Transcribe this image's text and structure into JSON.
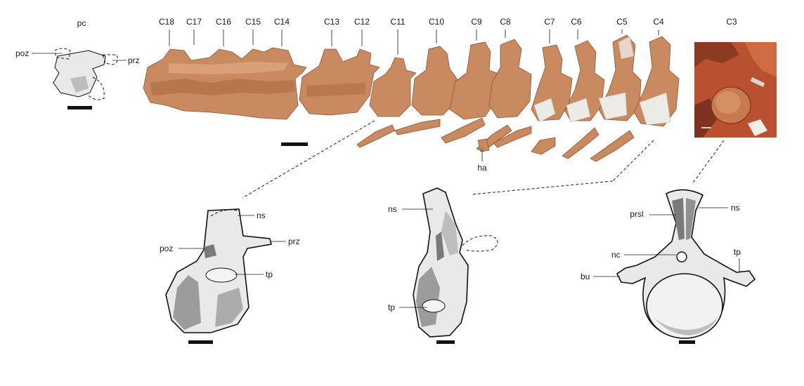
{
  "labels": {
    "pc": "pc",
    "c18": "C18",
    "c17": "C17",
    "c16": "C16",
    "c15": "C15",
    "c14": "C14",
    "c13": "C13",
    "c12": "C12",
    "c11": "C11",
    "c10": "C10",
    "c9": "C9",
    "c8": "C8",
    "c7": "C7",
    "c6": "C6",
    "c5": "C5",
    "c4": "C4",
    "c3": "C3",
    "ha": "ha",
    "poz": "poz",
    "prz": "prz",
    "ns": "ns",
    "tp": "tp",
    "prsl": "prsl",
    "nc": "nc",
    "bu": "bu"
  },
  "colors": {
    "bone": "#c98a60",
    "bone_dark": "#a9663f",
    "plaster": "#ecebe6",
    "photo_bg": "#b9502f",
    "ink": "#111111"
  }
}
